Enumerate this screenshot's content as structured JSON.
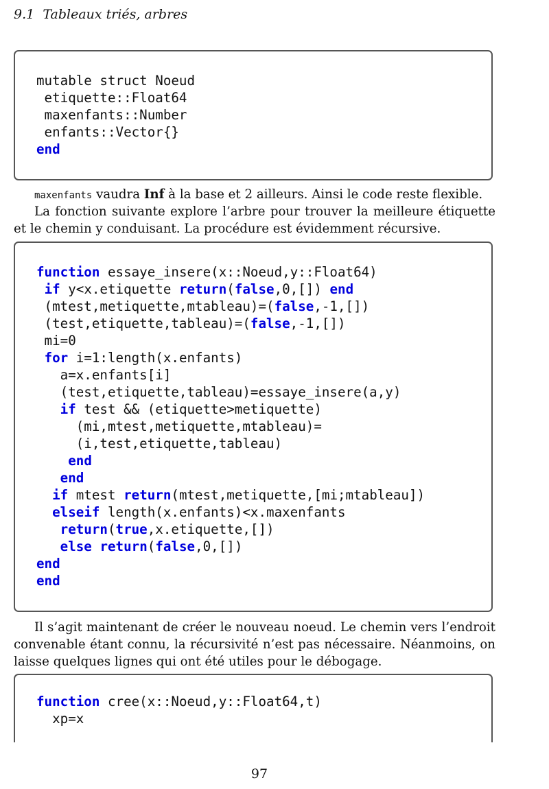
{
  "header": {
    "section": "9.1",
    "title": "Tableaux triés, arbres"
  },
  "code1": {
    "l1": "mutable struct Noeud",
    "l2": " etiquette::Float64",
    "l3": " maxenfants::Number",
    "l4": " enfants::Vector{}",
    "l5": "end"
  },
  "p1": {
    "code": "maxenfants",
    "t1": " vaudra ",
    "bold": "Inf",
    "t2": " à la base et 2 ailleurs. Ainsi le code reste flexible."
  },
  "p2": "La fonction suivante explore l’arbre pour trouver la meilleure étiquette et le chemin y conduisant. La procédure est évidemment récursive.",
  "code2": {
    "l1_kw": "function",
    "l1_rest": " essaye_insere(x::Noeud,y::Float64)",
    "l2_sp": " ",
    "l2_kw1": "if",
    "l2_mid": " y<x.etiquette ",
    "l2_kw2": "return",
    "l2_p1": "(",
    "l2_kw3": "false",
    "l2_p2": ",0,[]) ",
    "l2_kw4": "end",
    "l3_a": " (mtest,metiquette,mtableau)=(",
    "l3_kw": "false",
    "l3_b": ",-1,[])",
    "l4_a": " (test,etiquette,tableau)=(",
    "l4_kw": "false",
    "l4_b": ",-1,[])",
    "l5": " mi=0",
    "l6_sp": " ",
    "l6_kw": "for",
    "l6_rest": " i=1:length(x.enfants)",
    "l7": "   a=x.enfants[i]",
    "l8": "   (test,etiquette,tableau)=essaye_insere(a,y)",
    "l9_sp": "   ",
    "l9_kw": "if",
    "l9_rest": " test && (etiquette>metiquette)",
    "l10": "     (mi,mtest,metiquette,mtableau)=",
    "l11": "     (i,test,etiquette,tableau)",
    "l12_sp": "    ",
    "l12_kw": "end",
    "l13_sp": "   ",
    "l13_kw": "end",
    "l14_sp": "  ",
    "l14_kw1": "if",
    "l14_mid": " mtest ",
    "l14_kw2": "return",
    "l14_rest": "(mtest,metiquette,[mi;mtableau])",
    "l15_sp": "  ",
    "l15_kw": "elseif",
    "l15_rest": " length(x.enfants)<x.maxenfants",
    "l16_sp": "   ",
    "l16_kw1": "return",
    "l16_p1": "(",
    "l16_kw2": "true",
    "l16_rest": ",x.etiquette,[])",
    "l17_sp": "   ",
    "l17_kw1": "else",
    "l17_sp2": " ",
    "l17_kw2": "return",
    "l17_p1": "(",
    "l17_kw3": "false",
    "l17_rest": ",0,[])",
    "l18": "end",
    "l19": "end"
  },
  "p3": "Il s’agit maintenant de créer le nouveau noeud. Le chemin vers l’endroit convenable étant connu, la récursivité n’est pas nécessaire. Néanmoins, on laisse quelques lignes qui ont été utiles pour le débogage.",
  "code3": {
    "l1_kw": "function",
    "l1_rest": " cree(x::Noeud,y::Float64,t)",
    "l2": "  xp=x"
  },
  "page_number": "97"
}
